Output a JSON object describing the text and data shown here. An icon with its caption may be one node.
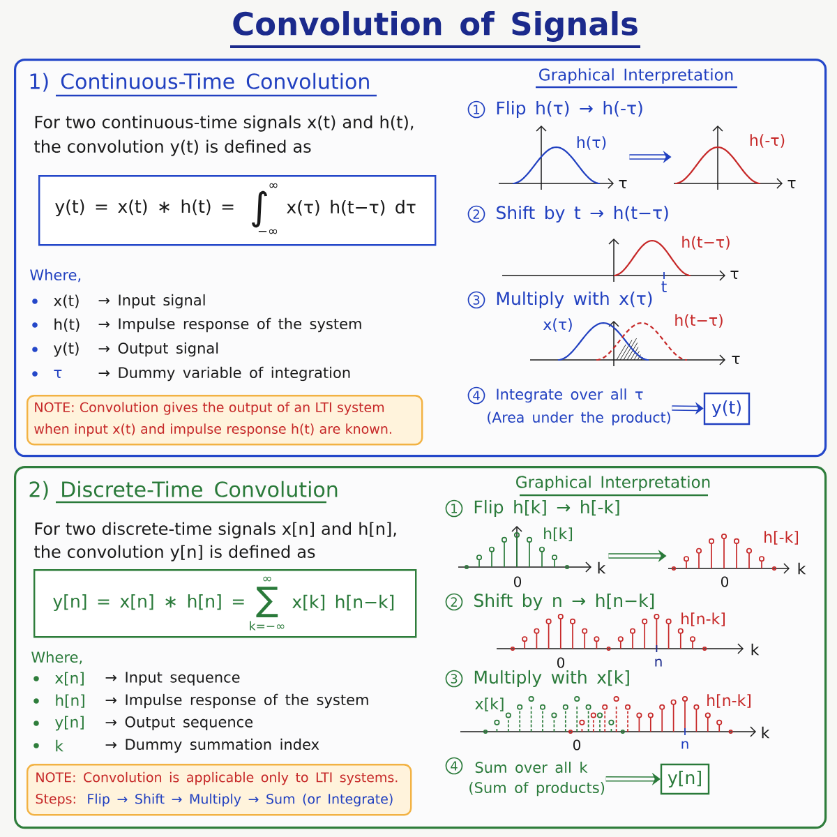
{
  "diagram": {
    "title": "Convolution of Signals",
    "nodes": [
      {
        "text": [
          "1) Continuous-Time Convolution",
          "For two continuous-time signals x(t) and h(t), the convolution y(t) is defined as",
          "Where,",
          "x(t)",
          "→ Input signal",
          "h(t)",
          "→ Impulse response of the system",
          "y(t)",
          "→ Output signal",
          "τ",
          "→ Dummy variable of integration",
          "Graphical Interpretation",
          "Flip h(τ) → h(-τ)",
          "Shift by t → h(t−τ)",
          "Multiply with x(τ)"
        ]
      },
      {
        "text": [
          "y(t) = x(t) ∗ h(t) =",
          "∫",
          "∞",
          "−∞",
          "x(τ) h(t−τ) dτ"
        ],
        "in": 0
      },
      {
        "text": [
          "NOTE: Convolution gives the output of an LTI system when input x(t) and impulse response h(t) are known."
        ],
        "in": 0
      },
      {
        "text": [
          "1"
        ],
        "in": 0
      },
      {
        "text": [
          "h(τ)",
          "τ"
        ],
        "in": 0
      },
      {
        "text": [
          "h(-τ)",
          "τ"
        ],
        "in": 0
      },
      {
        "text": [
          "2"
        ],
        "in": 0
      },
      {
        "text": [
          "h(t−τ)",
          "τ",
          "t"
        ],
        "in": 0
      },
      {
        "text": [
          "3"
        ],
        "in": 0
      },
      {
        "text": [
          "x(τ)",
          "h(t−τ)",
          "τ"
        ],
        "in": 0
      },
      {
        "text": [
          "4"
        ],
        "in": 0
      },
      {
        "text": [
          "Integrate over all τ",
          "(Area under the product)"
        ],
        "in": 0
      },
      {
        "text": [
          "y(t)"
        ],
        "in": 0
      },
      {
        "text": [
          "2) Discrete-Time Convolution",
          "For two discrete-time signals x[n] and h[n], the convolution y[n] is defined as",
          "Where,",
          "x[n]",
          "→ Input sequence",
          "h[n]",
          "→ Impulse response of the system",
          "y[n]",
          "→ Output sequence",
          "k",
          "→ Dummy summation index",
          "Graphical Interpretation",
          "Flip h[k] → h[-k]",
          "Shift by n → h[n−k]",
          "Multiply with x[k]"
        ]
      },
      {
        "text": [
          "y[n] = x[n] ∗ h[n] =",
          "∞",
          "∑",
          "k=−∞",
          "x[k] h[n−k]"
        ],
        "in": 13
      },
      {
        "text": [
          "NOTE: Convolution is applicable only to LTI systems.",
          "Steps:",
          "Flip → Shift → Multiply → Sum (or Integrate)"
        ],
        "in": 13
      },
      {
        "text": [
          "1"
        ],
        "in": 13
      },
      {
        "text": [
          "h[k]",
          "k",
          "0"
        ],
        "in": 13
      },
      {
        "text": [
          "h[-k]",
          "k",
          "0"
        ],
        "in": 13
      },
      {
        "text": [
          "2"
        ],
        "in": 13
      },
      {
        "text": [
          "h[n-k]",
          "k",
          "0",
          "n"
        ],
        "in": 13
      },
      {
        "text": [
          "3"
        ],
        "in": 13
      },
      {
        "text": [
          "x[k]",
          "h[n-k]",
          "k",
          "0",
          "n"
        ],
        "in": 13
      },
      {
        "text": [
          "4"
        ],
        "in": 13
      },
      {
        "text": [
          "Sum over all k",
          "(Sum of products)"
        ],
        "in": 13
      },
      {
        "text": [
          "y[n]"
        ],
        "in": 13
      }
    ],
    "edges": [
      {
        "from": 4,
        "to": 5,
        "arrow": "to",
        "color": "#2140c0"
      },
      {
        "from": 11,
        "to": 12,
        "arrow": "to",
        "color": "#2140c0"
      },
      {
        "from": 17,
        "to": 18,
        "arrow": "to",
        "color": "#2a7a3a"
      },
      {
        "from": 24,
        "to": 25,
        "arrow": "to",
        "color": "#2a7a3a"
      }
    ]
  }
}
